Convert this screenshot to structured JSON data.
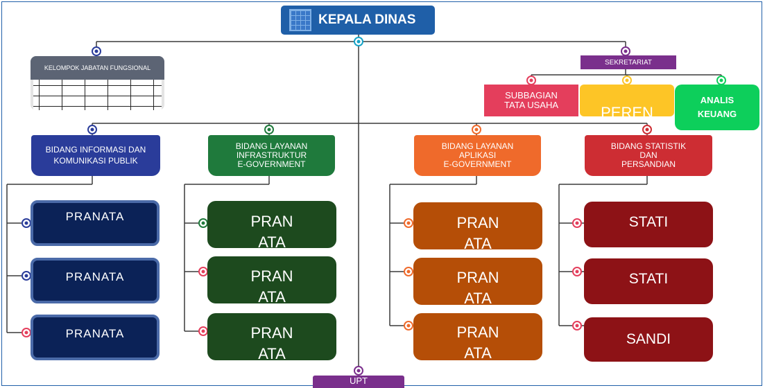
{
  "head": {
    "title": "KEPALA DINAS"
  },
  "fungsional": {
    "title": "KELOMPOK JABATAN FUNGSIONAL"
  },
  "sekretariat": {
    "title": "SEKRETARIAT",
    "subbagian": [
      "SUBBAGIAN",
      "TATA USAHA"
    ],
    "peren": "PEREN",
    "analis": [
      "ANALIS",
      "KEUANG"
    ]
  },
  "bidang_ikp": {
    "title": [
      "BIDANG INFORMASI DAN",
      "KOMUNIKASI PUBLIK"
    ],
    "items": [
      "PRANATA",
      "PRANATA",
      "PRANATA"
    ]
  },
  "bidang_infra": {
    "title": [
      "BIDANG LAYANAN",
      "INFRASTRUKTUR",
      "E-GOVERNMENT"
    ],
    "items": [
      "PRAN",
      "PRAN",
      "PRAN"
    ],
    "items_cut": [
      "ATA",
      "ATA",
      "ATA"
    ]
  },
  "bidang_aplikasi": {
    "title": [
      "BIDANG LAYANAN",
      "APLIKASI",
      "E-GOVERNMENT"
    ],
    "items": [
      "PRAN",
      "PRAN",
      "PRAN"
    ],
    "items_cut": [
      "ATA",
      "ATA",
      "ATA"
    ]
  },
  "bidang_statistik": {
    "title": [
      "BIDANG STATISTIK",
      "DAN",
      "PERSANDIAN"
    ],
    "items": [
      "STATI",
      "STATI",
      "SANDI"
    ]
  },
  "upt": {
    "title": "UPT"
  },
  "colors": {
    "navy": "#0b2257",
    "blue": "#2a3c9a",
    "green": "#1f7a3c",
    "darkgreen": "#1d4a1e",
    "orange": "#ef6a2b",
    "brown": "#b54e07",
    "red": "#cd2d33",
    "maroon": "#8d1216",
    "purple": "#7a2f8c",
    "yellow": "#fdc526",
    "lime": "#0dcf5b",
    "pink": "#e43e5c"
  }
}
